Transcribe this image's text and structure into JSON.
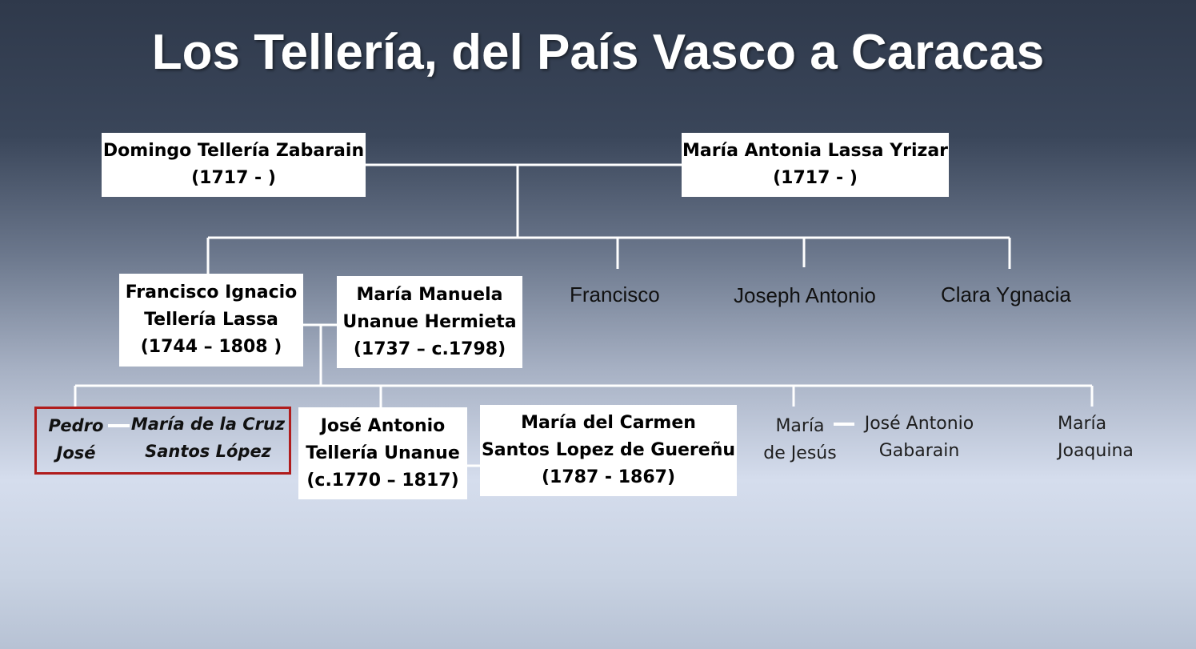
{
  "title": "Los Tellería, del País Vasco a Caracas",
  "colors": {
    "connector": "#ffffff",
    "highlight_border": "#b01c1c",
    "box_background": "#ffffff"
  },
  "generation1": {
    "father": {
      "name": "Domingo Tellería Zabarain",
      "dates": "(1717 - )"
    },
    "mother": {
      "name": "María Antonia Lassa Yrizar",
      "dates": "(1717 - )"
    }
  },
  "generation2": {
    "francisco_ignacio": {
      "line1": "Francisco Ignacio",
      "line2": "Tellería Lassa",
      "dates": "(1744 – 1808  )"
    },
    "spouse": {
      "line1": "María Manuela",
      "line2": "Unanue Hermieta",
      "dates": "(1737 – c.1798)"
    },
    "siblings": [
      "Francisco",
      "Joseph Antonio",
      "Clara Ygnacia"
    ]
  },
  "generation3": {
    "pedro_jose": {
      "line1": "Pedro",
      "line2": "José"
    },
    "pedro_spouse": {
      "line1": "María de la Cruz",
      "line2": "Santos López"
    },
    "jose_antonio": {
      "line1": "José Antonio",
      "line2": "Tellería Unanue",
      "dates": "(c.1770 – 1817)"
    },
    "jose_antonio_spouse": {
      "line1": "María del Carmen",
      "line2": "Santos Lopez de Guereñu",
      "dates": "(1787 - 1867)"
    },
    "maria_de_jesus": {
      "line1": "María",
      "line2": "de Jesús"
    },
    "maria_de_jesus_spouse": {
      "line1": "José Antonio",
      "line2": "Gabarain"
    },
    "maria_joaquina": {
      "line1": "María",
      "line2": "Joaquina"
    }
  }
}
